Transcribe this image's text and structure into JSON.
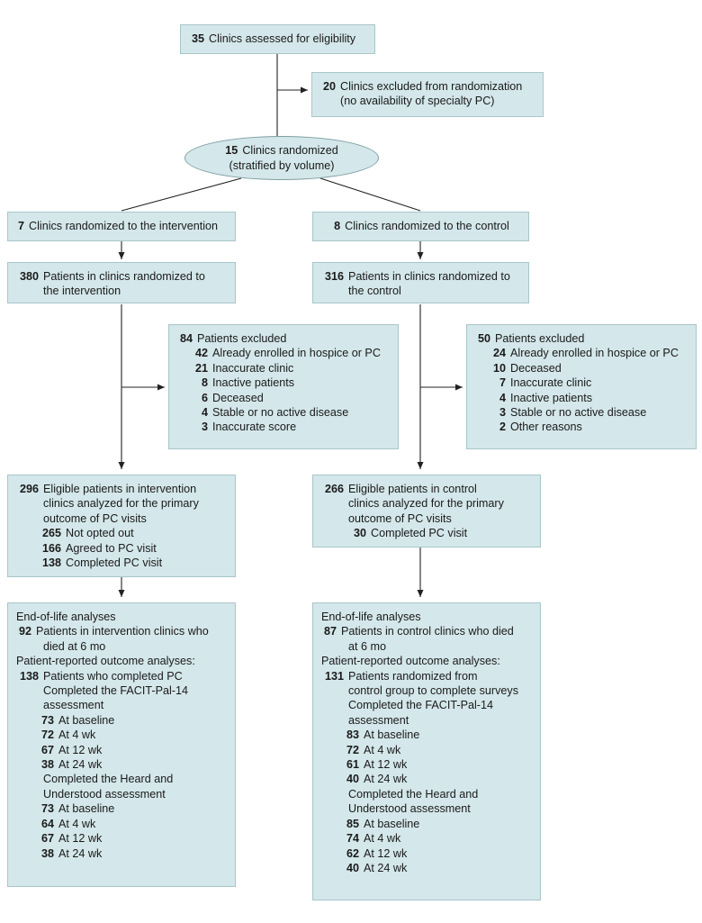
{
  "diagram": {
    "type": "flowchart",
    "title": "CONSORT participant flow diagram",
    "colors": {
      "node_fill": "#d4e7ea",
      "node_border": "#a9c6ca",
      "connector": "#222222",
      "text": "#1a1a1a"
    },
    "nodes": {
      "assessed": {
        "num": "35",
        "text": "Clinics assessed for eligibility"
      },
      "excluded_clinics": {
        "num": "20",
        "line1": "Clinics excluded from randomization",
        "line2": "(no availability of specialty PC)"
      },
      "randomized": {
        "num": "15",
        "line1": "Clinics randomized",
        "line2": "(stratified by volume)"
      },
      "clinics_intervention": {
        "num": "7",
        "text": "Clinics randomized to the intervention"
      },
      "clinics_control": {
        "num": "8",
        "text": "Clinics randomized to the control"
      },
      "patients_intervention": {
        "num": "380",
        "line1": "Patients in clinics randomized to",
        "line2": "the intervention"
      },
      "patients_control": {
        "num": "316",
        "line1": "Patients in clinics randomized to",
        "line2": "the control"
      },
      "excluded_intervention": {
        "num": "84",
        "header": "Patients excluded",
        "reasons": [
          {
            "num": "42",
            "label": "Already enrolled in hospice or PC"
          },
          {
            "num": "21",
            "label": "Inaccurate clinic"
          },
          {
            "num": "8",
            "label": "Inactive patients"
          },
          {
            "num": "6",
            "label": "Deceased"
          },
          {
            "num": "4",
            "label": "Stable or no active disease"
          },
          {
            "num": "3",
            "label": "Inaccurate score"
          }
        ]
      },
      "excluded_control": {
        "num": "50",
        "header": "Patients excluded",
        "reasons": [
          {
            "num": "24",
            "label": "Already enrolled in hospice or PC"
          },
          {
            "num": "10",
            "label": "Deceased"
          },
          {
            "num": "7",
            "label": "Inaccurate clinic"
          },
          {
            "num": "4",
            "label": "Inactive patients"
          },
          {
            "num": "3",
            "label": "Stable or no active disease"
          },
          {
            "num": "2",
            "label": "Other reasons"
          }
        ]
      },
      "analyzed_intervention": {
        "num": "296",
        "line1": "Eligible patients in intervention",
        "line2": "clinics analyzed for the primary",
        "line3": "outcome of PC visits",
        "sub": [
          {
            "num": "265",
            "label": "Not opted out"
          },
          {
            "num": "166",
            "label": "Agreed to PC visit"
          },
          {
            "num": "138",
            "label": "Completed PC visit"
          }
        ]
      },
      "analyzed_control": {
        "num": "266",
        "line1": "Eligible patients in control",
        "line2": "clinics analyzed for the primary",
        "line3": "outcome of PC visits",
        "sub": [
          {
            "num": "30",
            "label": "Completed PC visit"
          }
        ]
      },
      "eol_intervention": {
        "heading": "End-of-life analyses",
        "died_num": "92",
        "died_line1": "Patients in intervention clinics who",
        "died_line2": "died at 6 mo",
        "pro_heading": "Patient-reported outcome analyses:",
        "pro_num": "138",
        "pro_line1": "Patients who completed PC",
        "facit_line1": "Completed the FACIT-Pal-14",
        "facit_line2": "assessment",
        "facit": [
          {
            "num": "73",
            "label": "At baseline"
          },
          {
            "num": "72",
            "label": "At 4 wk"
          },
          {
            "num": "67",
            "label": "At 12 wk"
          },
          {
            "num": "38",
            "label": "At 24 wk"
          }
        ],
        "heard_line1": "Completed the Heard and",
        "heard_line2": "Understood assessment",
        "heard": [
          {
            "num": "73",
            "label": "At baseline"
          },
          {
            "num": "64",
            "label": "At 4 wk"
          },
          {
            "num": "67",
            "label": "At 12 wk"
          },
          {
            "num": "38",
            "label": "At 24 wk"
          }
        ]
      },
      "eol_control": {
        "heading": "End-of-life analyses",
        "died_num": "87",
        "died_line1": "Patients in control clinics who died",
        "died_line2": "at 6 mo",
        "pro_heading": "Patient-reported outcome analyses:",
        "pro_num": "131",
        "pro_line1": "Patients randomized from",
        "pro_line2": "control group to complete surveys",
        "facit_line1": "Completed the FACIT-Pal-14",
        "facit_line2": "assessment",
        "facit": [
          {
            "num": "83",
            "label": "At baseline"
          },
          {
            "num": "72",
            "label": "At 4 wk"
          },
          {
            "num": "61",
            "label": "At 12 wk"
          },
          {
            "num": "40",
            "label": "At 24 wk"
          }
        ],
        "heard_line1": "Completed the Heard and",
        "heard_line2": "Understood assessment",
        "heard": [
          {
            "num": "85",
            "label": "At baseline"
          },
          {
            "num": "74",
            "label": "At 4 wk"
          },
          {
            "num": "62",
            "label": "At 12 wk"
          },
          {
            "num": "40",
            "label": "At 24 wk"
          }
        ]
      }
    }
  }
}
